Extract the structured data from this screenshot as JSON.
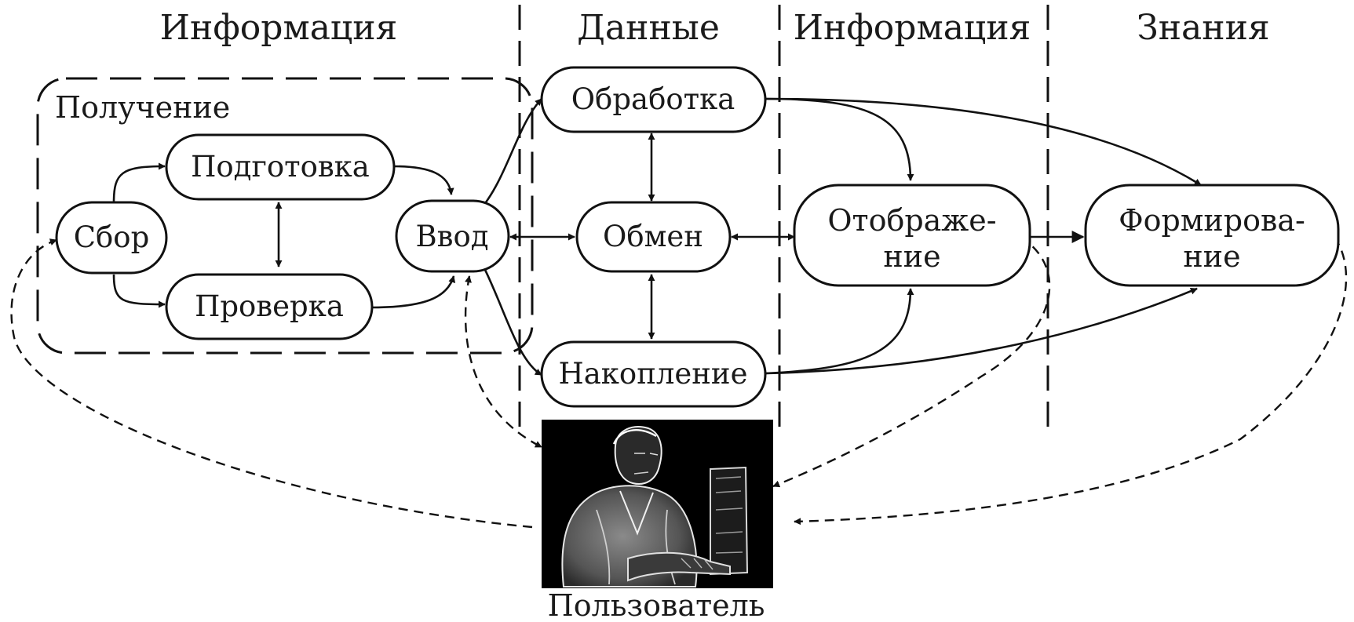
{
  "headers": {
    "information_left": "Информация",
    "data": "Данные",
    "information_right": "Информация",
    "knowledge": "Знания"
  },
  "group": {
    "label": "Получение"
  },
  "nodes": {
    "sbor": "Сбор",
    "podgotovka": "Подготовка",
    "proverka": "Проверка",
    "vvod": "Ввод",
    "obrabotka": "Обработка",
    "obmen": "Обмен",
    "nakoplenie": "Накопление",
    "otobrazhenie_line1": "Отображе-",
    "otobrazhenie_line2": "ние",
    "formirovanie_line1": "Формирова-",
    "formirovanie_line2": "ние"
  },
  "user": {
    "label": "Пользователь",
    "icon": "user-at-computer-icon"
  },
  "colors": {
    "ink": "#111111",
    "background": "#ffffff",
    "user_panel": "#000000"
  }
}
